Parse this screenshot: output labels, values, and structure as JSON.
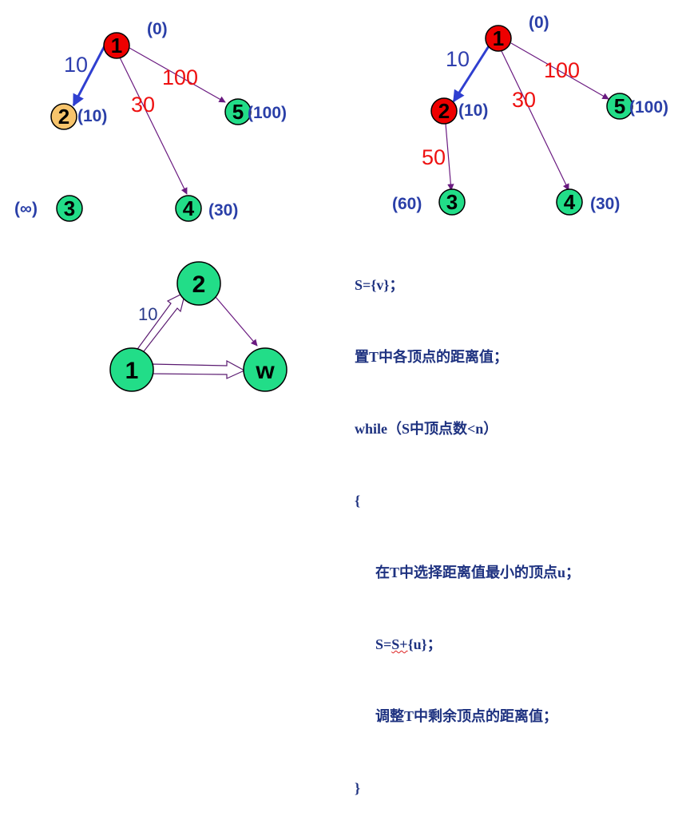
{
  "diagram_left": {
    "node1": "1",
    "node2": "2",
    "node3": "3",
    "node4": "4",
    "node5": "5",
    "dist1": "(0)",
    "dist2": "(10)",
    "dist3": "(∞)",
    "dist4": "(30)",
    "dist5": "(100)",
    "w12": "10",
    "w15": "100",
    "w14": "30"
  },
  "diagram_right": {
    "node1": "1",
    "node2": "2",
    "node3": "3",
    "node4": "4",
    "node5": "5",
    "dist1": "(0)",
    "dist2": "(10)",
    "dist3": "(60)",
    "dist4": "(30)",
    "dist5": "(100)",
    "w12": "10",
    "w15": "100",
    "w14": "30",
    "w23": "50"
  },
  "diagram_small": {
    "node1": "1",
    "node2": "2",
    "nodew": "w",
    "w12": "10"
  },
  "code": {
    "line1": "S={v}；",
    "line2": "置T中各顶点的距离值；",
    "line3": "while（S中顶点数<n）",
    "line4": "{",
    "line5": "在T中选择距离值最小的顶点u；",
    "line6_pre": "S=",
    "line6_mark": "S+",
    "line6_post": "{u}；",
    "line7": "调整T中剩余顶点的距离值；",
    "line8": "}"
  },
  "colors": {
    "node_red": "#ee0000",
    "node_orange": "#f7c46c",
    "node_green": "#22dd88",
    "edge_blue": "#2f3fd0",
    "edge_purple": "#6a1a80",
    "text_blue": "#2a3fa8",
    "weight_red": "#ee1111"
  }
}
